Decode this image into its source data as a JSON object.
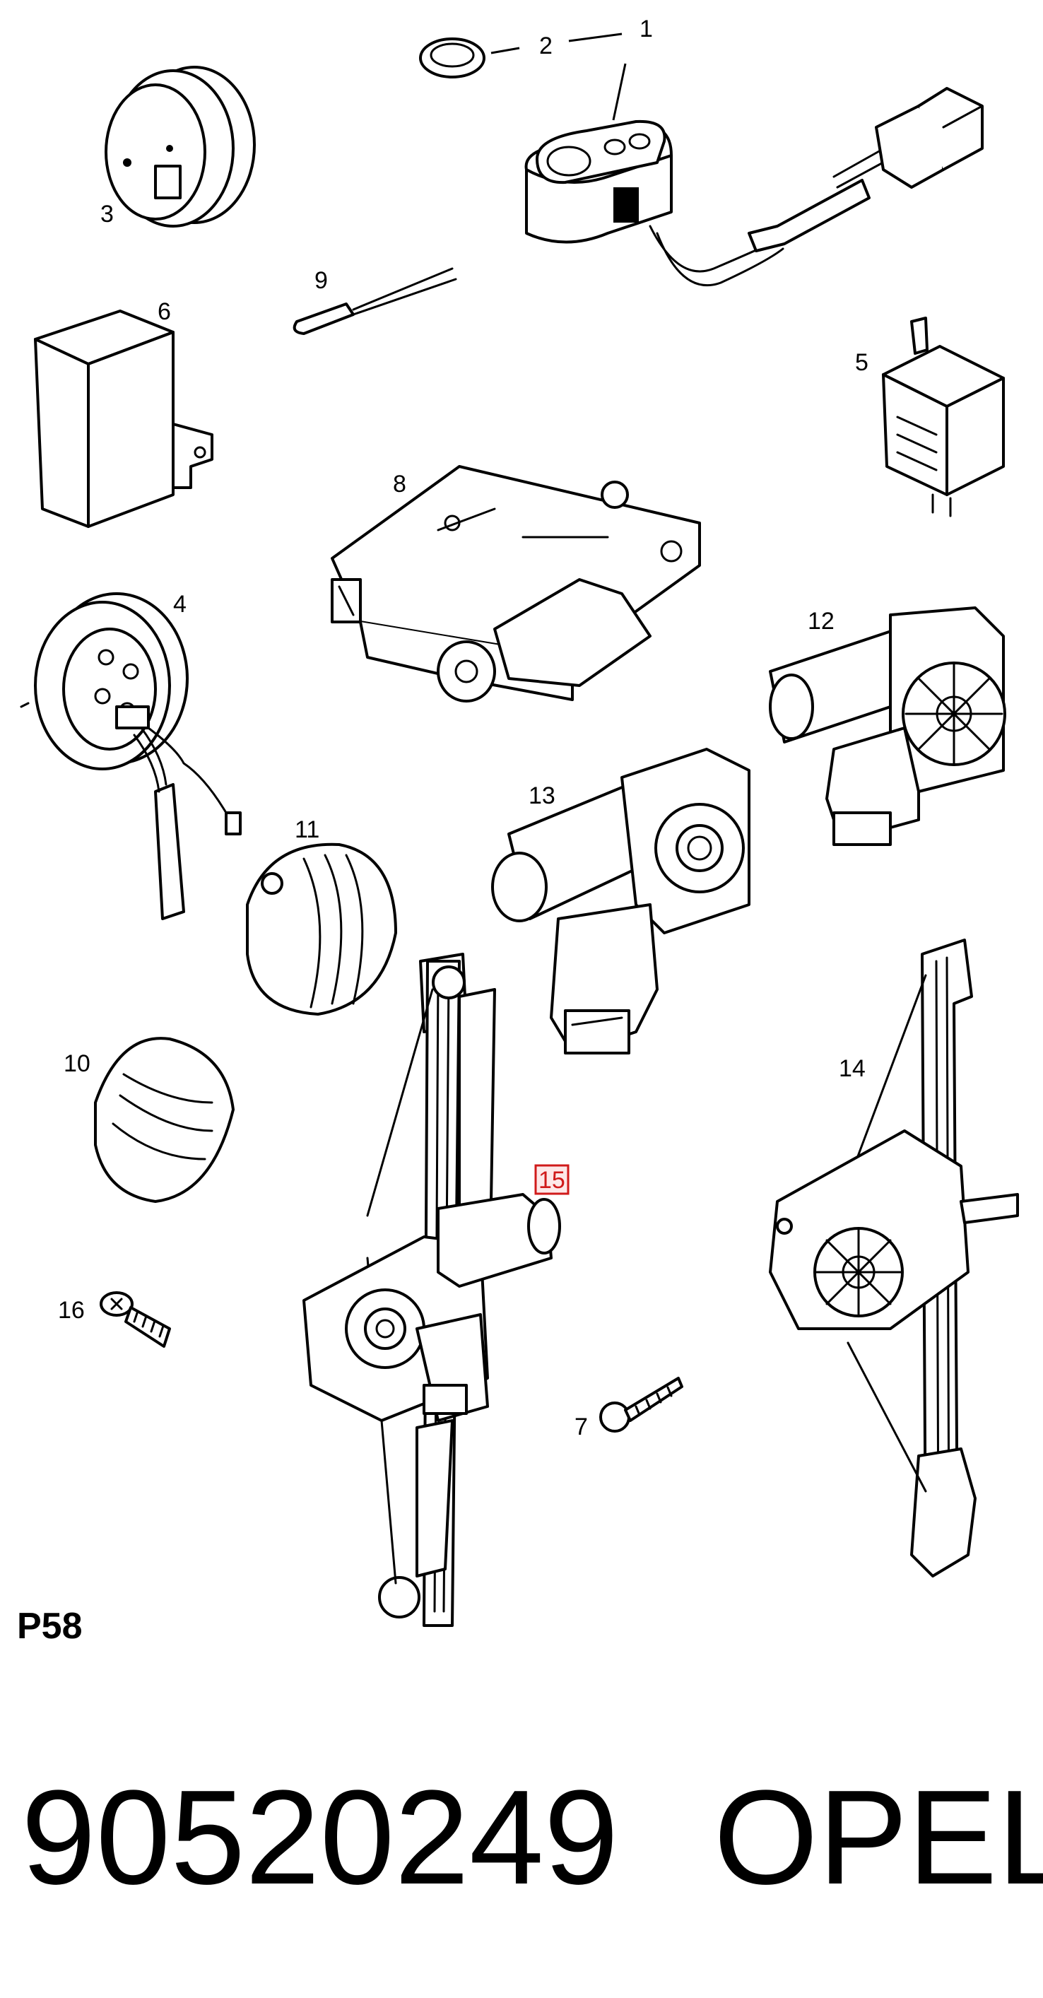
{
  "diagram": {
    "plate_code": "P58",
    "part_number": "90520249",
    "brand": "OPEL",
    "highlight_color": "#d01a1a",
    "callouts": [
      {
        "id": "c1",
        "label": "1"
      },
      {
        "id": "c2",
        "label": "2"
      },
      {
        "id": "c3",
        "label": "3"
      },
      {
        "id": "c4",
        "label": "4"
      },
      {
        "id": "c5",
        "label": "5"
      },
      {
        "id": "c6",
        "label": "6"
      },
      {
        "id": "c7",
        "label": "7"
      },
      {
        "id": "c8",
        "label": "8"
      },
      {
        "id": "c9",
        "label": "9"
      },
      {
        "id": "c10",
        "label": "10"
      },
      {
        "id": "c11",
        "label": "11"
      },
      {
        "id": "c12",
        "label": "12"
      },
      {
        "id": "c13",
        "label": "13"
      },
      {
        "id": "c14",
        "label": "14"
      },
      {
        "id": "c15",
        "label": "15",
        "highlighted": true
      },
      {
        "id": "c16",
        "label": "16"
      }
    ]
  }
}
